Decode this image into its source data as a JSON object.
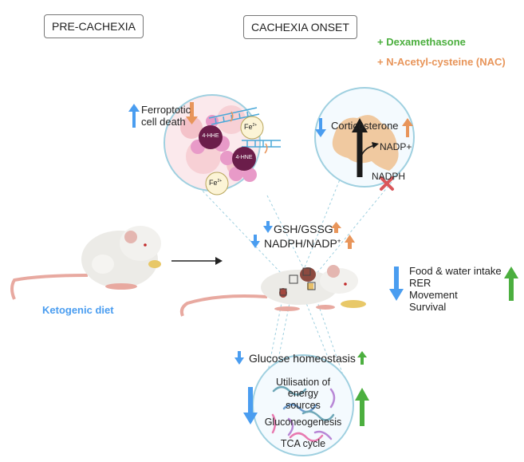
{
  "stages": {
    "pre": "PRE-CACHEXIA",
    "onset": "CACHEXIA ONSET"
  },
  "legend": {
    "dexamethasone": "+ Dexamethasone",
    "nac": "+ N-Acetyl-cysteine (NAC)",
    "colors": {
      "dexamethasone": "#4caf3f",
      "nac": "#e8955a",
      "decrease": "#4a9df0",
      "tissue_circle": "#9fd0e0",
      "ketogenic": "#4a9df0"
    }
  },
  "diet_label": "Ketogenic diet",
  "ferroptosis": {
    "label_line1": "Ferroptotic",
    "label_line2": "cell death",
    "molecules": [
      "4-HHE",
      "4-HNE"
    ],
    "iron": [
      "Fe 2+",
      "Fe 2+"
    ],
    "iron_sup": "2+",
    "iron_base": "Fe"
  },
  "adrenal": {
    "hormone": "Corticosterone",
    "oxidised": "NADP+",
    "reduced": "NADPH"
  },
  "redox": {
    "gsh": "GSH/GSSG",
    "nadph": "NADPH/NADP",
    "nadph_sup": "+"
  },
  "phenotype": {
    "items": [
      "Food & water intake",
      "RER",
      "Movement",
      "Survival"
    ]
  },
  "glucose": {
    "title": "Glucose homeostasis",
    "processes": [
      "Utilisation of",
      "energy",
      "sources",
      "Gluconeogenesis",
      "TCA cycle"
    ]
  }
}
